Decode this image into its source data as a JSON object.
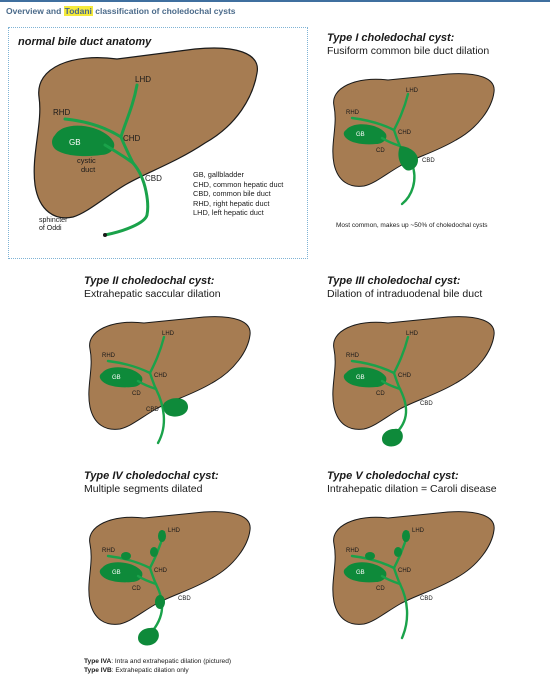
{
  "header": {
    "title_pre": "Overview and ",
    "title_highlight": "Todani",
    "title_post": " classification of choledochal cysts"
  },
  "anatomy": {
    "title": "normal bile duct anatomy",
    "labels": {
      "lhd": "LHD",
      "rhd": "RHD",
      "gb": "GB",
      "chd": "CHD",
      "cystic_1": "cystic",
      "cystic_2": "duct",
      "cbd": "CBD",
      "sphincter_1": "sphincter",
      "sphincter_2": "of Oddi"
    },
    "legend": [
      "GB, gallbladder",
      "CHD, common hepatic duct",
      "CBD, common bile duct",
      "RHD, right hepatic duct",
      "LHD, left hepatic duct"
    ]
  },
  "small_labels": {
    "lhd": "LHD",
    "rhd": "RHD",
    "gb": "GB",
    "chd": "CHD",
    "cd": "CD",
    "cbd": "CBD"
  },
  "types": {
    "t1": {
      "title": "Type I choledochal cyst:",
      "subtitle": "Fusiform common bile duct dilation",
      "note": "Most common, makes up ~50% of choledochal cysts"
    },
    "t2": {
      "title": "Type II choledochal cyst:",
      "subtitle": "Extrahepatic saccular dilation"
    },
    "t3": {
      "title": "Type III choledochal cyst:",
      "subtitle": "Dilation of intraduodenal bile duct"
    },
    "t4": {
      "title": "Type IV choledochal cyst:",
      "subtitle": "Multiple segments dilated",
      "note_a_label": "Type IVA",
      "note_a_text": ": Intra and extrahepatic dilation (pictured)",
      "note_b_label": "Type IVB",
      "note_b_text": ": Extrahepatic dilation only"
    },
    "t5": {
      "title": "Type V choledochal cyst:",
      "subtitle": "Intrahepatic dilation = Caroli disease"
    }
  },
  "colors": {
    "liver_fill": "#a67c52",
    "liver_stroke": "#1a1a1a",
    "duct_green": "#1aa24a",
    "gb_green": "#0e8a3a",
    "highlight": "#f5ea3a",
    "header_blue": "#3f6f9f",
    "box_border": "#7fb3d5"
  }
}
